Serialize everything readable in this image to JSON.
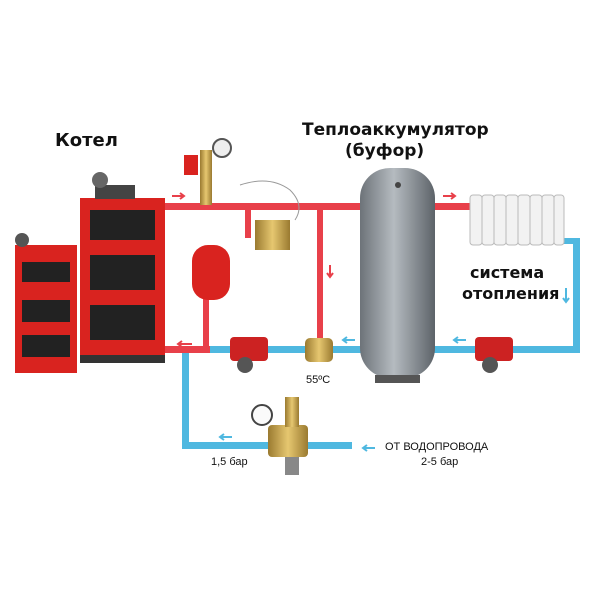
{
  "labels": {
    "boiler": "Котел",
    "accumulator_line1": "Теплоаккумулятор",
    "accumulator_line2": "(буфор)",
    "heating_line1": "система",
    "heating_line2": "отопления",
    "mix_temp": "55ºC",
    "make_up_pressure": "1,5 бар",
    "water_supply_line1": "ОТ ВОДОПРОВОДА",
    "water_supply_line2": "2-5 бар"
  },
  "colors": {
    "supply_pipe": "#e8404a",
    "return_pipe": "#4fb8e0",
    "boiler_red": "#d9231f",
    "tank_gray": "#8a9096",
    "brass": "#c9a24a"
  }
}
